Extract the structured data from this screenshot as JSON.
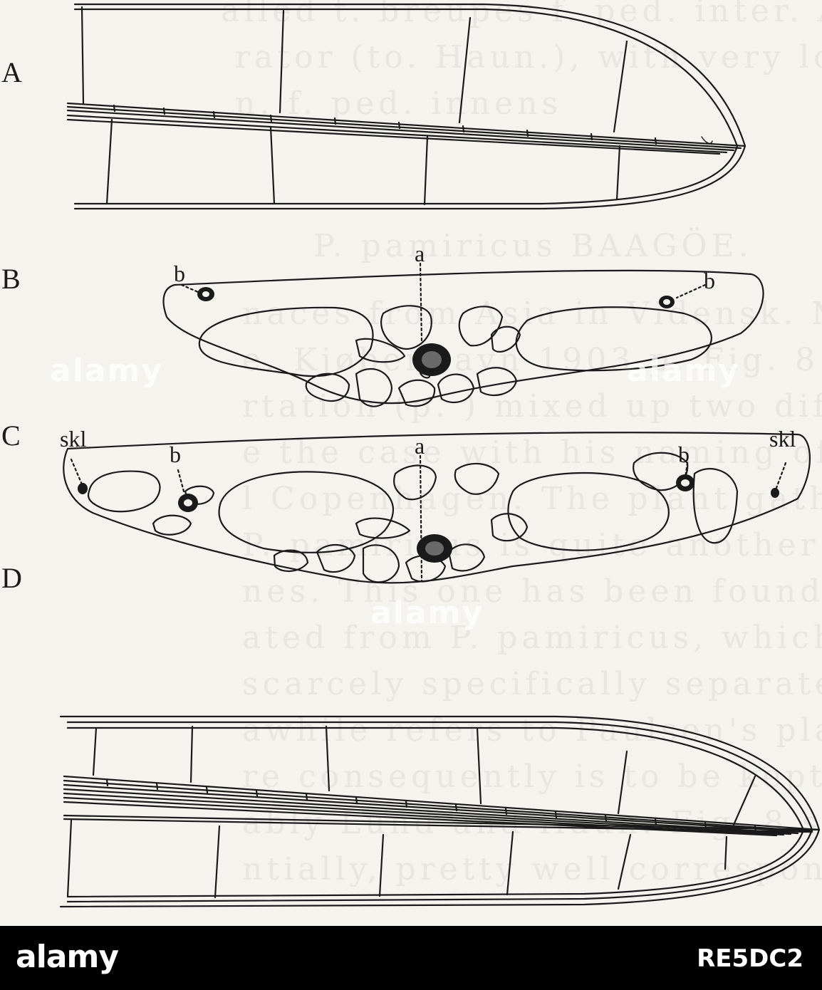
{
  "figure": {
    "panel_labels": [
      "A",
      "B",
      "C",
      "D"
    ],
    "labels": {
      "b_left": "b",
      "b_right": "b",
      "a_B": "a",
      "skl_left": "skl",
      "skl_right": "skl",
      "b_C_left": "b",
      "b_C_right": "b",
      "a_C": "a"
    }
  },
  "watermark": {
    "text": "alamy"
  },
  "footer": {
    "brand": "alamy",
    "image_id": "RE5DC2",
    "background": "#000000",
    "text_color": "#ffffff"
  }
}
